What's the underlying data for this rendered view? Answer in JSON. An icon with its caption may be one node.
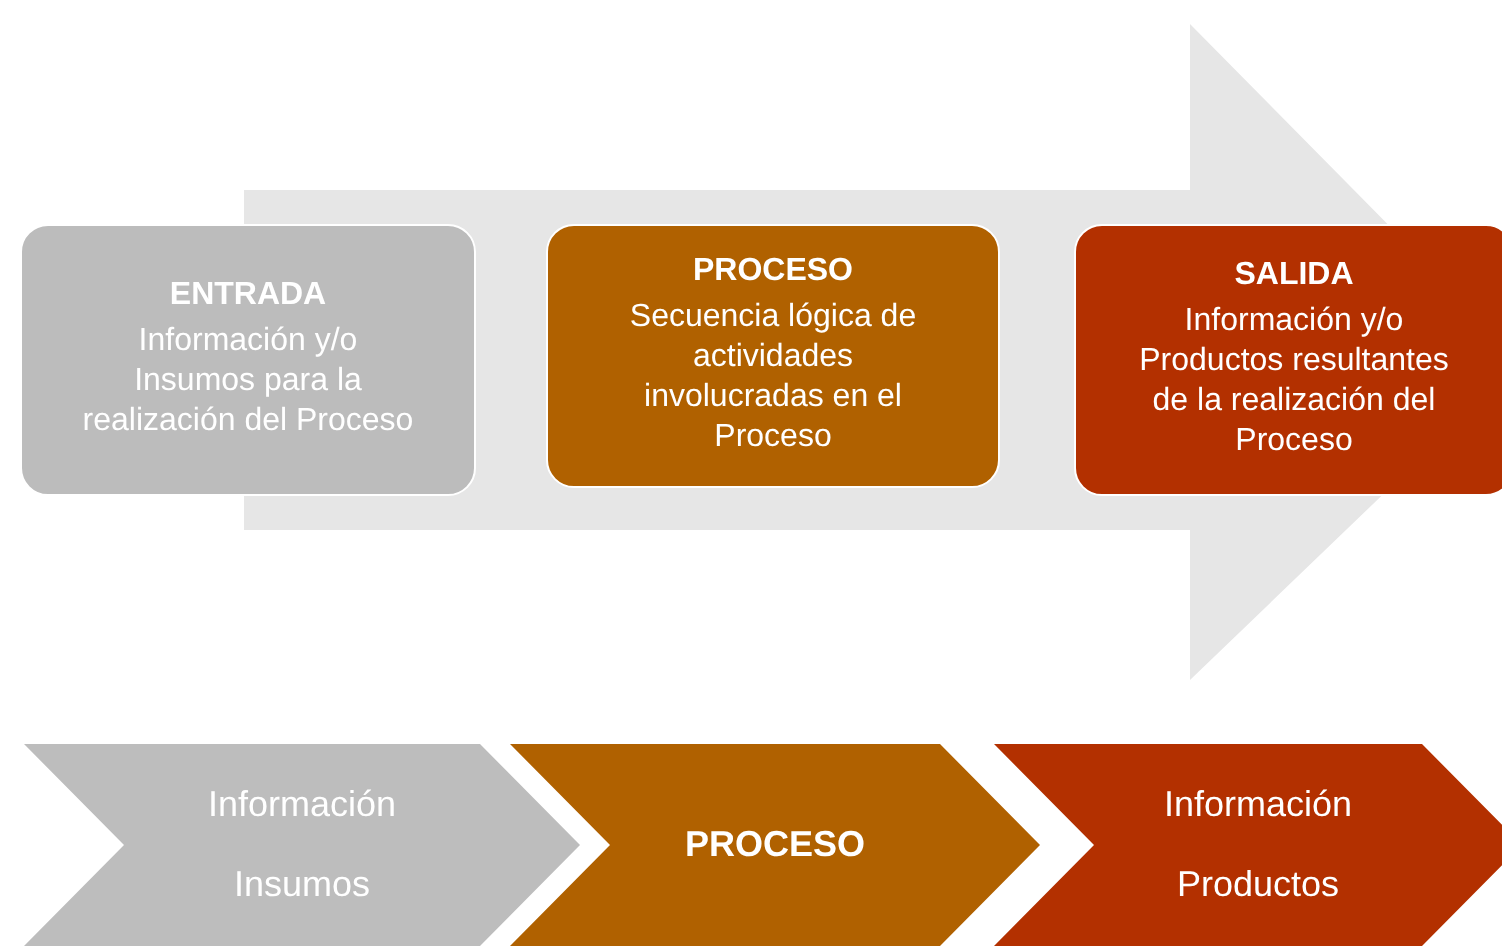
{
  "diagram": {
    "nodes": [
      {
        "text": [
          "ENTRADA",
          "Información y/o Insumos para la realización del Proceso"
        ]
      },
      {
        "text": [
          "PROCESO",
          "Secuencia lógica de actividades involucradas en el Proceso"
        ]
      },
      {
        "text": [
          "SALIDA",
          "Información y/o Productos resultantes de la realización del Proceso"
        ]
      },
      {
        "text": [
          "Información",
          "Insumos"
        ]
      },
      {
        "text": [
          "PROCESO"
        ]
      },
      {
        "text": [
          "Información",
          "Productos"
        ]
      }
    ],
    "edges": [
      {
        "from": 0,
        "to": 2,
        "arrow": "to"
      }
    ]
  }
}
